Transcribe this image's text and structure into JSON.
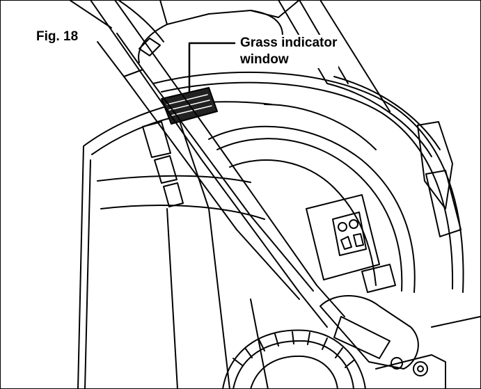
{
  "figure": {
    "label": "Fig. 18",
    "callout": {
      "line1": "Grass indicator",
      "line2": "window"
    }
  },
  "colors": {
    "ink": "#000000",
    "paper": "#ffffff",
    "indicator_fill": "#222222"
  }
}
